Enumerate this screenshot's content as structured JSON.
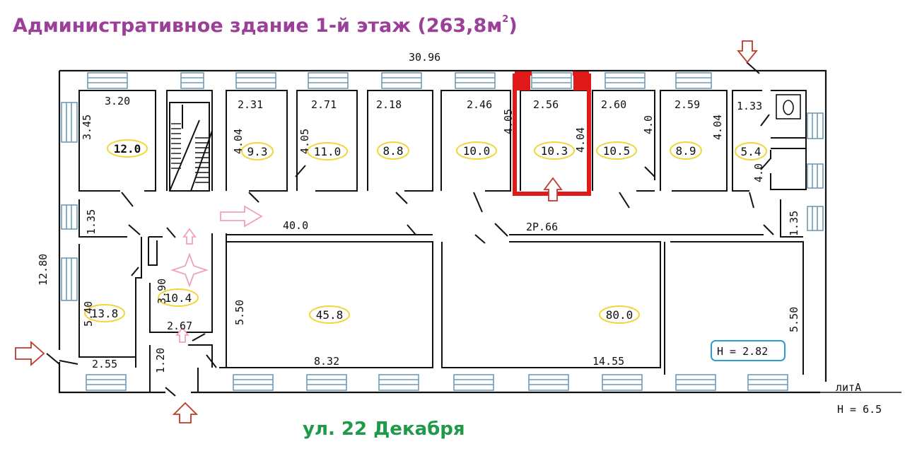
{
  "title": "Административное здание 1-й этаж (263,8м",
  "title_sup": "2",
  "title_end": ")",
  "street": "ул. 22 Декабря",
  "building": {
    "overall_width": "30.96",
    "overall_depth": "12.80",
    "corridor_area": "40.0",
    "corridor_dims": "2Р.66",
    "height_label": "Н = 2.82",
    "litera": "литА",
    "outer_height": "Н = 6.5"
  },
  "rooms": [
    {
      "id": "r1",
      "area": "12.0",
      "w": "3.20",
      "h": "3.45",
      "highlighted": false
    },
    {
      "id": "r2",
      "area": "9.3",
      "w": "2.31",
      "h": "4.04",
      "highlighted": false
    },
    {
      "id": "r3",
      "area": "11.0",
      "w": "2.71",
      "h": "4.05",
      "highlighted": false
    },
    {
      "id": "r4",
      "area": "8.8",
      "w": "2.18",
      "h": "",
      "highlighted": false
    },
    {
      "id": "r5",
      "area": "10.0",
      "w": "2.46",
      "h": "4.05",
      "highlighted": false
    },
    {
      "id": "r6",
      "area": "10.3",
      "w": "2.56",
      "h": "4.04",
      "highlighted": true
    },
    {
      "id": "r7",
      "area": "10.5",
      "w": "2.60",
      "h": "4.0",
      "highlighted": false
    },
    {
      "id": "r8",
      "area": "8.9",
      "w": "2.59",
      "h": "4.04",
      "highlighted": false
    },
    {
      "id": "r9",
      "area": "5.4",
      "w": "1.33",
      "h": "4.0",
      "highlighted": false
    },
    {
      "id": "r10",
      "area": "13.8",
      "w": "2.55",
      "h": "5.40",
      "highlighted": false
    },
    {
      "id": "r11",
      "area": "10.4",
      "w": "2.67",
      "h": "3.90",
      "highlighted": false
    },
    {
      "id": "r12",
      "area": "45.8",
      "w": "8.32",
      "h": "5.50",
      "highlighted": false
    },
    {
      "id": "r13",
      "area": "80.0",
      "w": "14.55",
      "h": "5.50",
      "highlighted": false
    }
  ],
  "misc_dims": {
    "left_small": "1.35",
    "right_small": "1.35",
    "vest": "1.20"
  },
  "colors": {
    "title": "#9b3f98",
    "street": "#1e9a49",
    "highlight": "#e01919",
    "window": "#6e9bb7",
    "area_ring": "#f1d63a",
    "entrance_arrow": "#c0392b",
    "pink_arrow": "#f0a3b6",
    "height_box": "#2a9ed0"
  }
}
